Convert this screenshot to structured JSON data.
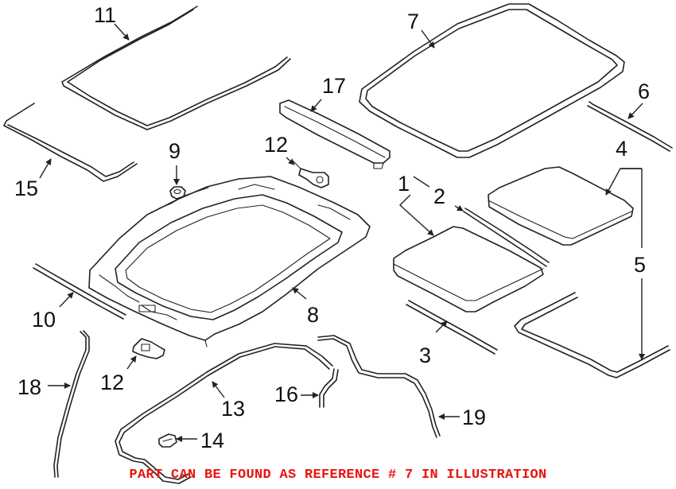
{
  "diagram": {
    "callouts": {
      "c1": "1",
      "c2": "2",
      "c3": "3",
      "c4": "4",
      "c5": "5",
      "c6": "6",
      "c7": "7",
      "c8": "8",
      "c9": "9",
      "c10": "10",
      "c11": "11",
      "c12a": "12",
      "c12b": "12",
      "c13": "13",
      "c14": "14",
      "c15": "15",
      "c16": "16",
      "c17": "17",
      "c18": "18",
      "c19": "19"
    }
  },
  "footnote": {
    "text": "PART CAN BE FOUND AS REFERENCE # 7 IN ILLUSTRATION",
    "color": "#e8140e"
  }
}
